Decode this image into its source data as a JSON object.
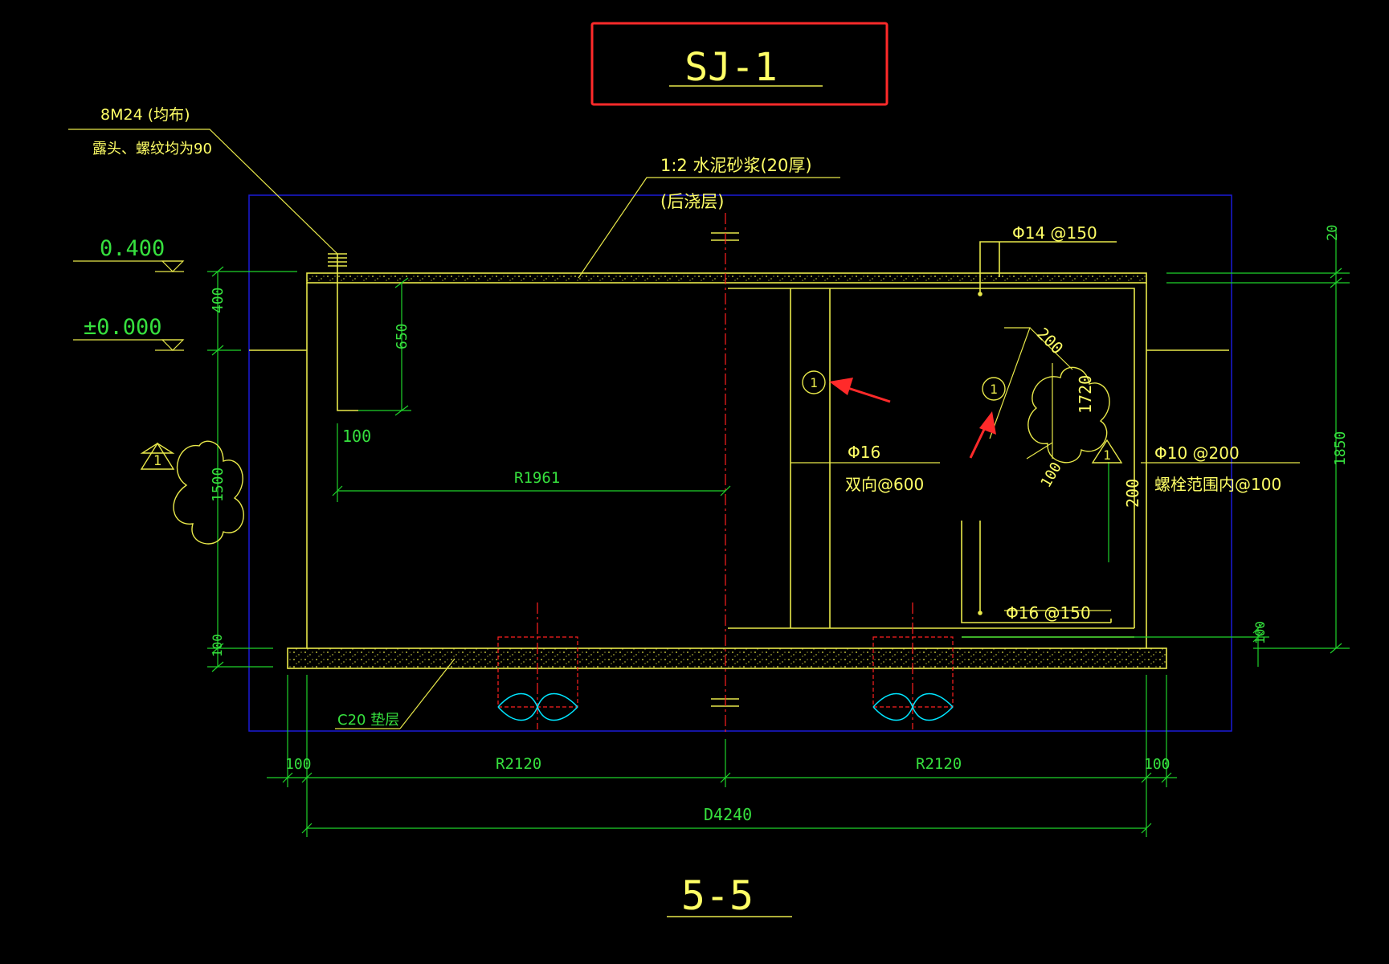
{
  "title": "SJ-1",
  "section_label": "5-5",
  "colors": {
    "background": "#000000",
    "structure": "#e8e84a",
    "dimension": "#1fd32a",
    "dim_text": "#36e03e",
    "text_yellow": "#ffff66",
    "frame_blue": "#1a1ad8",
    "centerline": "#ff2020",
    "pile": "#00e5ff",
    "highlight": "#ff2a2a"
  },
  "labels": {
    "bolt_spec": "8M24 (均布)",
    "bolt_note": "露头、螺纹均为90",
    "mortar": "1:2 水泥砂浆(20厚)",
    "post_pour": "(后浇层)",
    "rebar_top": "Φ14 @150",
    "rebar_vertical": "Φ16",
    "rebar_vertical_spacing": "双向@600",
    "rebar_stirrup": "Φ10 @200",
    "rebar_stirrup_note": "螺栓范围内@100",
    "rebar_bottom": "Φ16 @150",
    "cushion": "C20 垫层",
    "detail_marker": "1",
    "revision_marker": "1"
  },
  "elevations": {
    "top": "0.400",
    "ground": "±0.000"
  },
  "dimensions": {
    "d_400": "400",
    "d_1500": "1500",
    "d_100_left": "100",
    "d_650": "650",
    "d_100_bolt": "100",
    "r1961": "R1961",
    "r2120_left": "R2120",
    "r2120_right": "R2120",
    "d_100_bl": "100",
    "d_100_br": "100",
    "d4240": "D4240",
    "d_20": "20",
    "d_1850": "1850",
    "d_100_right": "100",
    "d_200_detail": "200",
    "d_1720": "1720",
    "d_100_detail": "100",
    "d_200_inner": "200"
  }
}
